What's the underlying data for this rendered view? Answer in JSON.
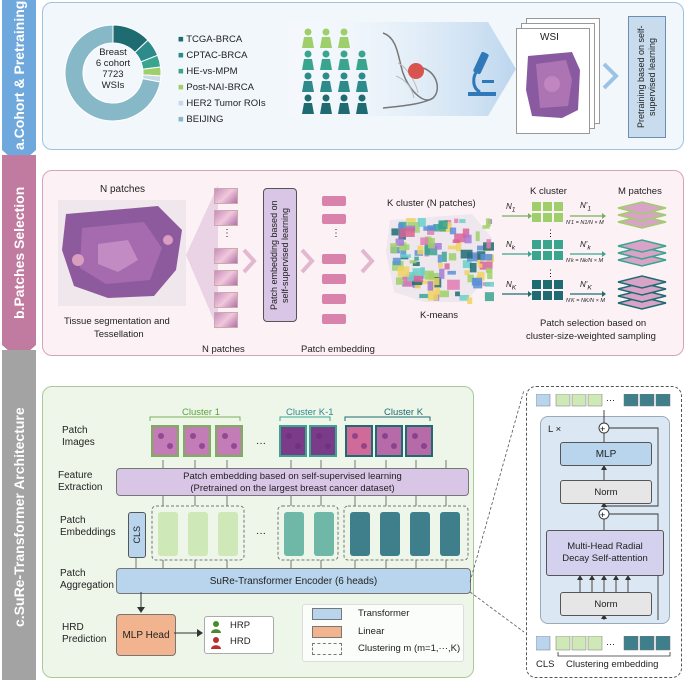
{
  "sidebar": {
    "a": "a.Cohort & Pretraining",
    "b": "b.Patches Selection",
    "c": "c.SuRe-Transformer Architecture"
  },
  "colors": {
    "arrow_a": "#6fa8dc",
    "arrow_b": "#c27ba0",
    "arrow_c": "#a3a3a3",
    "panel_a": "#f2f7fc",
    "panel_b": "#fcf2f5",
    "panel_c": "#eef6ea",
    "teal": "#2e8b8b",
    "teal_dark": "#1e6b72",
    "green_light": "#cfe8b8",
    "purple": "#d9c6e6",
    "blue_block": "#b9d5ee",
    "orange": "#f2b48f",
    "pink": "#d16f9f"
  },
  "cohort": {
    "donut_center": [
      "Breast",
      "6 cohort",
      "7723",
      "WSIs"
    ],
    "donut_values": [
      13,
      6,
      4,
      3,
      2,
      72
    ],
    "datasets": [
      "TCGA-BRCA",
      "CPTAC-BRCA",
      "HE-vs-MPM",
      "Post-NAI-BRCA",
      "HER2 Tumor ROIs",
      "BEIJING"
    ],
    "wsi_label": "WSI",
    "pretraining_label": "Pretraining based on self-supervised learning"
  },
  "patches": {
    "n_patches_top": "N patches",
    "tissue_caption_1": "Tissue segmentation and",
    "tissue_caption_2": "Tessellation",
    "n_patches_bottom": "N patches",
    "embed_box": "Patch embedding based on self-supervised learning",
    "patch_embedding_label": "Patch embedding",
    "k_cluster_top": "K cluster (N patches)",
    "kmeans_label": "K-means",
    "k_cluster_label": "K cluster",
    "m_patches_label": "M patches",
    "n1": "N1",
    "nk": "Nk",
    "nK": "NK",
    "n1p": "N'1",
    "nkp": "N'k",
    "nKp": "N'K",
    "formula_1": "N'1 = N1/N × M",
    "formula_k": "N'k = Nk/N × M",
    "formula_K": "N'K = NK/N × M",
    "selection_caption_1": "Patch selection based on",
    "selection_caption_2": "cluster-size-weighted sampling",
    "ellipsis": "⋮"
  },
  "arch": {
    "row_patch_images": "Patch\nImages",
    "row_feature": "Feature\nExtraction",
    "row_embeddings": "Patch\nEmbeddings",
    "row_aggregation": "Patch\nAggregation",
    "row_hrd": "HRD\nPrediction",
    "cluster_1": "Cluster 1",
    "cluster_k1": "Cluster K-1",
    "cluster_k": "Cluster K",
    "dots": "···",
    "feature_box_1": "Patch embedding based on self-supervised learning",
    "feature_box_2": "(Pretrained on the largest breast cancer dataset)",
    "cls": "CLS",
    "encoder": "SuRe-Transformer Encoder (6 heads)",
    "mlp_head": "MLP Head",
    "hrp": "HRP",
    "hrd": "HRD",
    "legend_transformer": "Transformer",
    "legend_linear": "Linear",
    "legend_clustering": "Clustering m (m=1,···,K)"
  },
  "encoder_detail": {
    "l_times": "L ×",
    "mlp": "MLP",
    "norm_top": "Norm",
    "mha": "Multi-Head Radial Decay Self-attention",
    "norm_bottom": "Norm",
    "cls": "CLS",
    "clustering_embedding": "Clustering embedding",
    "plus": "+",
    "dots": "···"
  }
}
